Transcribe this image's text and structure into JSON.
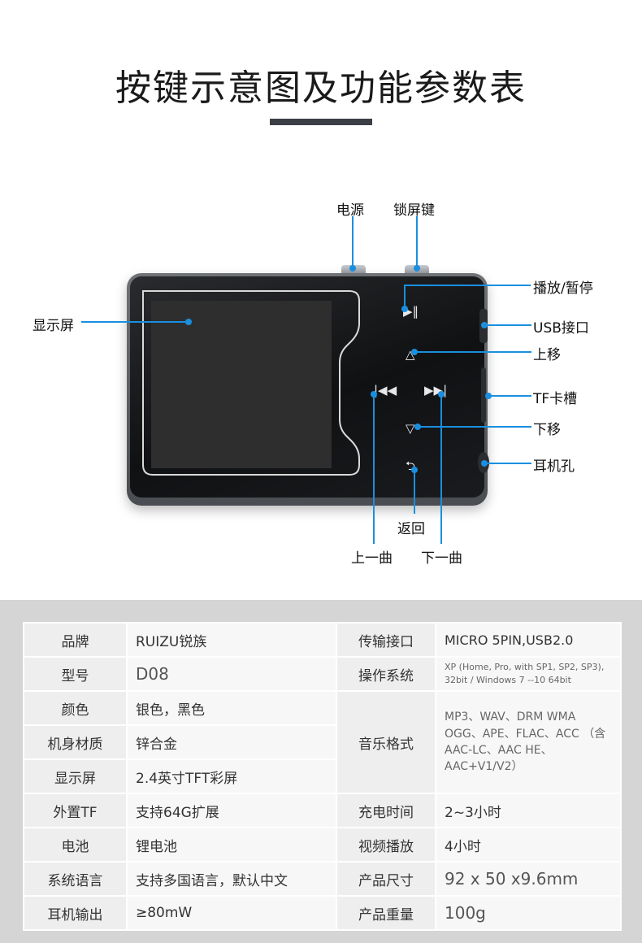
{
  "page": {
    "title": "按键示意图及功能参数表"
  },
  "colors": {
    "accent": "#1a8fe0",
    "title_bar": "#3b3f45",
    "table_bg": "#d5d5d5"
  },
  "callouts": {
    "power": "电源",
    "lock": "锁屏键",
    "screen": "显示屏",
    "play_pause": "播放/暂停",
    "usb": "USB接口",
    "up": "上移",
    "tf_slot": "TF卡槽",
    "down": "下移",
    "headphone": "耳机孔",
    "back": "返回",
    "prev": "上一曲",
    "next": "下一曲"
  },
  "device_icons": [
    "play-pause-icon",
    "up-icon",
    "prev-icon",
    "next-icon",
    "down-icon",
    "back-icon"
  ],
  "spec": {
    "rows": [
      {
        "k1": "品牌",
        "v1": "RUIZU锐族",
        "k2": "传输接口",
        "v2": "MICRO  5PIN,USB2.0"
      },
      {
        "k1": "型号",
        "v1": "D08",
        "k2": "操作系统",
        "v2": "XP (Home, Pro, with SP1, SP2, SP3), 32bit / Windows 7 --10  64bit"
      },
      {
        "k1": "颜色",
        "v1": "银色，黑色",
        "k2": "音乐格式",
        "v2": "MP3、WAV、DRM WMA OGG、APE、FLAC、ACC （含AAC-LC、AAC HE、AAC+V1/V2）"
      },
      {
        "k1": "机身材质",
        "v1": "锌合金"
      },
      {
        "k1": "显示屏",
        "v1": "2.4英寸TFT彩屏"
      },
      {
        "k1": "外置TF",
        "v1": "支持64G扩展",
        "k2": "充电时间",
        "v2": "2~3小时"
      },
      {
        "k1": "电池",
        "v1": "锂电池",
        "k2": "视频播放",
        "v2": "4小时"
      },
      {
        "k1": "系统语言",
        "v1": "支持多国语言，默认中文",
        "k2": "产品尺寸",
        "v2": "92 x 50 x9.6mm"
      },
      {
        "k1": "耳机输出",
        "v1": "≥80mW",
        "k2": "产品重量",
        "v2": "100g"
      }
    ]
  }
}
